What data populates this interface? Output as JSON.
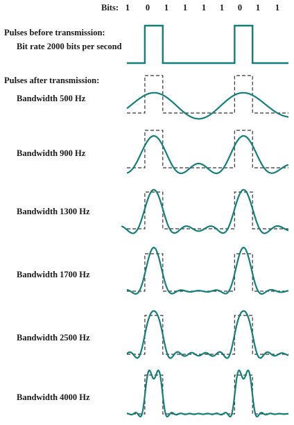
{
  "bits": {
    "label": "Bits:",
    "values": [
      "1",
      "0",
      "1",
      "1",
      "1",
      "1",
      "0",
      "1",
      "1"
    ]
  },
  "before": {
    "heading": "Pulses before transmission:",
    "bitrate": "Bit rate 2000 bits per second"
  },
  "after": {
    "heading": "Pulses after transmission:",
    "bandwidths": [
      {
        "label": "Bandwidth 500 Hz",
        "hz": 500
      },
      {
        "label": "Bandwidth 900 Hz",
        "hz": 900
      },
      {
        "label": "Bandwidth 1300 Hz",
        "hz": 1300
      },
      {
        "label": "Bandwidth 1700 Hz",
        "hz": 1700
      },
      {
        "label": "Bandwidth 2500 Hz",
        "hz": 2500
      },
      {
        "label": "Bandwidth 4000 Hz",
        "hz": 4000
      }
    ]
  },
  "colors": {
    "waveform": "#137e79",
    "reference": "#333333",
    "text": "#1a1a1a"
  }
}
